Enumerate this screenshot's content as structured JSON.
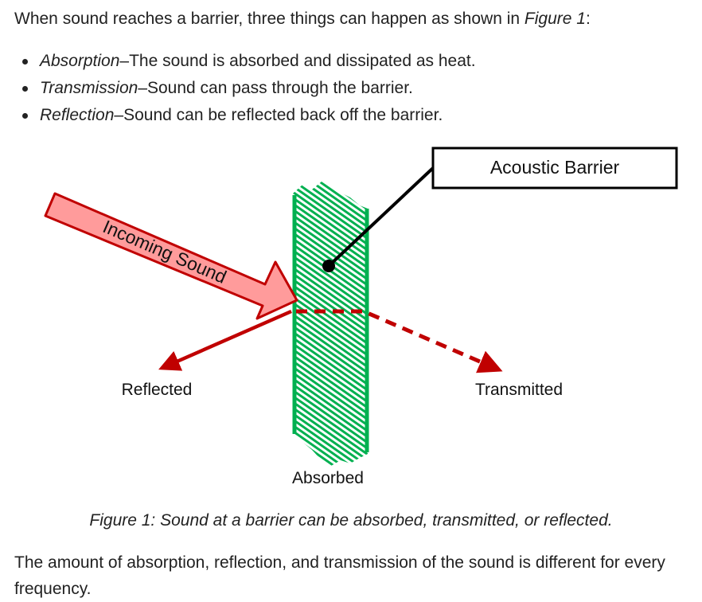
{
  "intro": {
    "text": "When sound reaches a barrier, three things can happen as shown in ",
    "figure_ref": "Figure 1",
    "suffix": ":"
  },
  "bullets": [
    {
      "term": "Absorption",
      "sep": " – ",
      "desc": "The sound is absorbed and dissipated as heat."
    },
    {
      "term": "Transmission",
      "sep": " – ",
      "desc": "Sound can pass through the barrier."
    },
    {
      "term": "Reflection",
      "sep": " – ",
      "desc": "Sound can be reflected back off the barrier."
    }
  ],
  "diagram": {
    "barrier_label": "Acoustic Barrier",
    "incoming_label": "Incoming Sound",
    "reflected_label": "Reflected",
    "transmitted_label": "Transmitted",
    "absorbed_label": "Absorbed",
    "colors": {
      "barrier": "#00b050",
      "arrow_fill": "#ff9b9b",
      "arrow_stroke": "#c00000",
      "reflect": "#c00000"
    }
  },
  "caption": "Figure 1: Sound at a barrier can be absorbed, transmitted, or reflected.",
  "outro": "The amount of absorption, reflection, and transmission of the sound is different for every frequency."
}
